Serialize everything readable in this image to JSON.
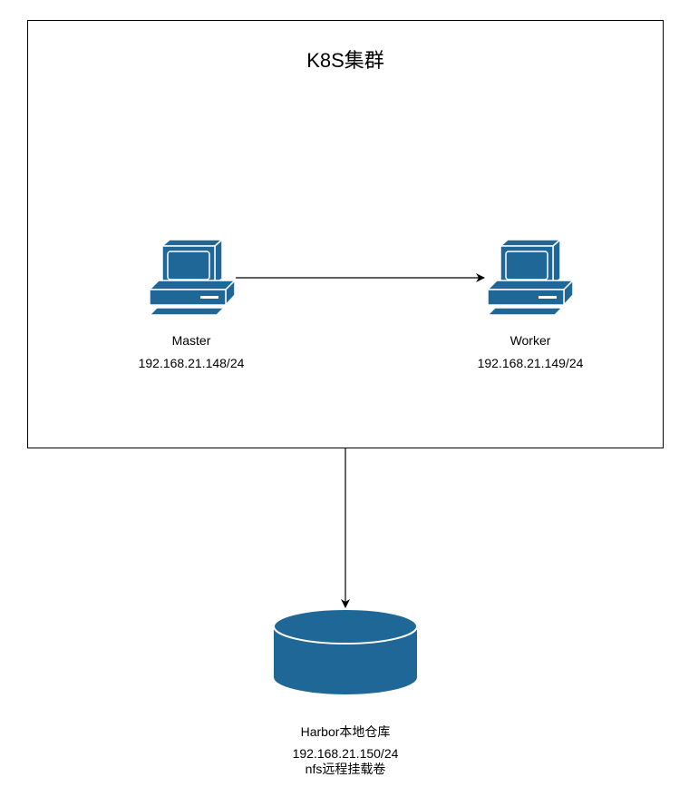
{
  "cluster": {
    "title": "K8S集群"
  },
  "nodes": {
    "master": {
      "name": "Master",
      "ip": "192.168.21.148/24",
      "icon": "workstation-icon"
    },
    "worker": {
      "name": "Worker",
      "ip": "192.168.21.149/24",
      "icon": "workstation-icon"
    },
    "storage": {
      "name": "Harbor本地仓库",
      "ip": "192.168.21.150/24",
      "note": "nfs远程挂载卷",
      "icon": "database-icon"
    }
  },
  "edges": [
    {
      "from": "master",
      "to": "worker"
    },
    {
      "from": "cluster",
      "to": "storage"
    }
  ],
  "colors": {
    "icon_fill": "#1f6796",
    "icon_stroke": "#ffffff",
    "line": "#000000"
  }
}
